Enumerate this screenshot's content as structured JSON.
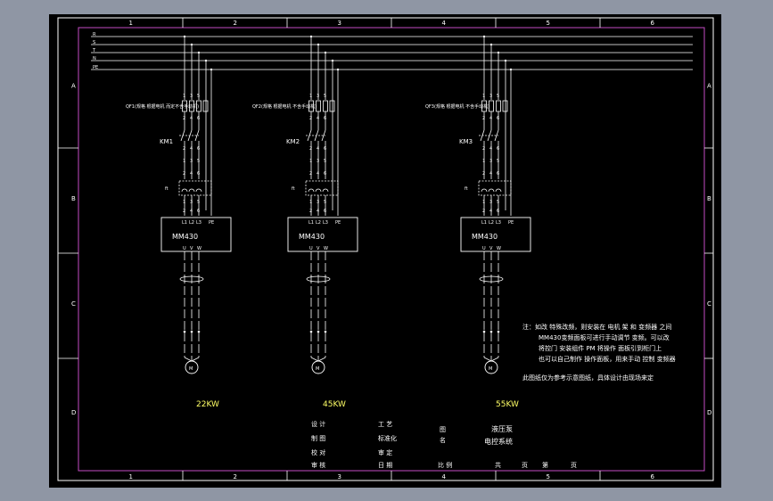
{
  "frame": {
    "columns": [
      "1",
      "2",
      "3",
      "4",
      "5",
      "6"
    ],
    "rows": [
      "A",
      "B",
      "C",
      "D"
    ]
  },
  "bus_labels": [
    "R",
    "S",
    "T",
    "N",
    "PE"
  ],
  "branches": [
    {
      "breaker_text": "QF1(规格 根据电机 而定不含手动机)",
      "contactor": "KM1",
      "drive": "MM430",
      "power": "22KW"
    },
    {
      "breaker_text": "QF2(规格 根据电机 不含手动机)",
      "contactor": "KM2",
      "drive": "MM430",
      "power": "45KW"
    },
    {
      "breaker_text": "QF3(规格 根据电机 不含手动机)",
      "contactor": "KM3",
      "drive": "MM430",
      "power": "55KW"
    }
  ],
  "terminal_numbers": {
    "top": [
      "1",
      "3",
      "5"
    ],
    "mid": [
      "2",
      "4",
      "6"
    ],
    "drive_in": [
      "L1",
      "L2",
      "L3",
      "PE"
    ],
    "drive_out": [
      "U",
      "V",
      "W"
    ]
  },
  "notes": {
    "lines": [
      "注：如改 特殊改频，则安装在 电机 架 和 变频器 之间",
      "MM430变频面板可进行手动调节 变频。可以改",
      "将控门 安装组件 PM 将操作 面板引到柜门上",
      "也可以自己制作 操作面板，用来手动 控制 变频器"
    ],
    "footer": "此图纸仅为参考示意图纸，具体设计由现场来定"
  },
  "title_block": {
    "design": "设 计",
    "drawing": "制 图",
    "check": "校 对",
    "review": "审 核",
    "process": "工 艺",
    "standard": "标准化",
    "approve": "审 定",
    "date": "日 期",
    "drawing_name_label": "图 名",
    "drawing_name_1": "液压泵",
    "drawing_name_2": "电控系统",
    "scale": "比 例",
    "total": "共",
    "sheet_unit": "页",
    "sheet_no": "第",
    "page_unit": "页"
  },
  "colors": {
    "line": "#ffffff",
    "border": "#c44cc4",
    "background": "#000000",
    "yellow": "#ffff66"
  }
}
